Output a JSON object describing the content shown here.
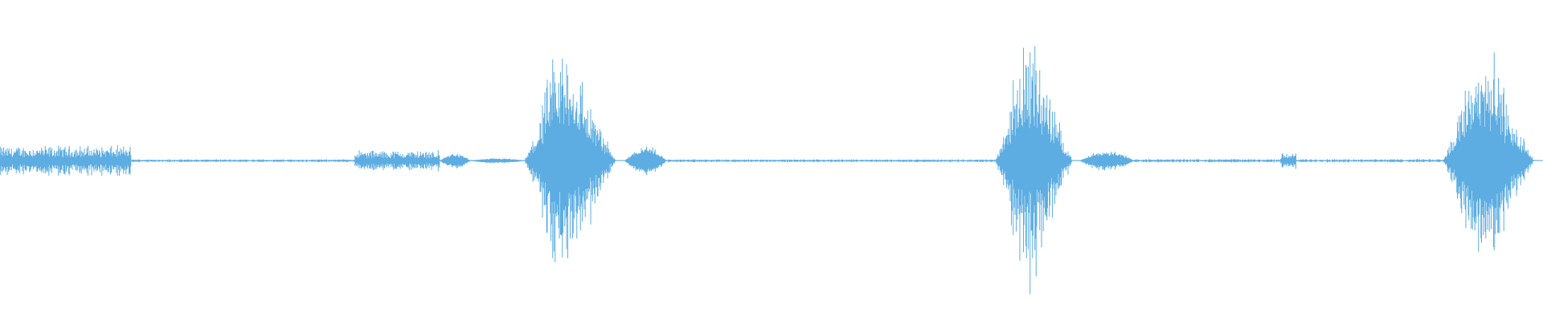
{
  "waveform": {
    "color": "#5dade2",
    "background": "#ffffff",
    "amplitude_scale": 1.0,
    "segments": [
      {
        "start": 0.0,
        "end": 0.085,
        "amp": 0.1,
        "kind": "noise"
      },
      {
        "start": 0.085,
        "end": 0.23,
        "amp": 0.008,
        "kind": "silence"
      },
      {
        "start": 0.23,
        "end": 0.285,
        "amp": 0.07,
        "kind": "noise"
      },
      {
        "start": 0.285,
        "end": 0.305,
        "amp": 0.05,
        "kind": "blob"
      },
      {
        "start": 0.305,
        "end": 0.34,
        "amp": 0.015,
        "kind": "blob"
      },
      {
        "start": 0.34,
        "end": 0.405,
        "amp": 0.85,
        "kind": "burst"
      },
      {
        "start": 0.405,
        "end": 0.432,
        "amp": 0.1,
        "kind": "blob"
      },
      {
        "start": 0.432,
        "end": 0.645,
        "amp": 0.008,
        "kind": "silence"
      },
      {
        "start": 0.645,
        "end": 0.7,
        "amp": 0.9,
        "kind": "burst"
      },
      {
        "start": 0.7,
        "end": 0.735,
        "amp": 0.07,
        "kind": "blob"
      },
      {
        "start": 0.735,
        "end": 0.83,
        "amp": 0.01,
        "kind": "silence"
      },
      {
        "start": 0.83,
        "end": 0.84,
        "amp": 0.05,
        "kind": "noise"
      },
      {
        "start": 0.84,
        "end": 0.935,
        "amp": 0.01,
        "kind": "silence"
      },
      {
        "start": 0.935,
        "end": 1.0,
        "amp": 0.85,
        "kind": "burst"
      }
    ]
  }
}
